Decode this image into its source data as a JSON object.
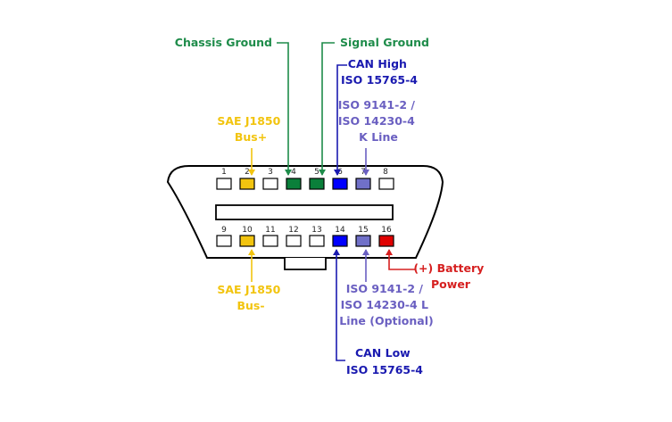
{
  "colors": {
    "green": "#1e8c4a",
    "navy": "#1a1ab0",
    "purple": "#6a5fc1",
    "gold": "#f2c40f",
    "red": "#d62020",
    "pin_green": "#0a7f3a",
    "pin_blue": "#0000ff",
    "pin_purple": "#7070c8",
    "pin_red": "#e00000",
    "pin_gold": "#f2c40f"
  },
  "pins_top": [
    "1",
    "2",
    "3",
    "4",
    "5",
    "6",
    "7",
    "8"
  ],
  "pins_bottom": [
    "9",
    "10",
    "11",
    "12",
    "13",
    "14",
    "15",
    "16"
  ],
  "labels": {
    "chassis_ground": [
      "Chassis Ground"
    ],
    "signal_ground": [
      "Signal Ground"
    ],
    "can_high": [
      "CAN High",
      "ISO 15765-4"
    ],
    "sae_bus_plus": [
      "SAE J1850",
      "Bus+"
    ],
    "iso_k_line": [
      "ISO 9141-2 /",
      "ISO 14230-4",
      "K Line"
    ],
    "sae_bus_minus": [
      "SAE J1850",
      "Bus-"
    ],
    "iso_l_line": [
      "ISO 9141-2 /",
      "ISO 14230-4 L",
      "Line (Optional)"
    ],
    "battery_power": [
      "(+) Battery",
      "Power"
    ],
    "can_low": [
      "CAN Low",
      "ISO 15765-4"
    ]
  }
}
